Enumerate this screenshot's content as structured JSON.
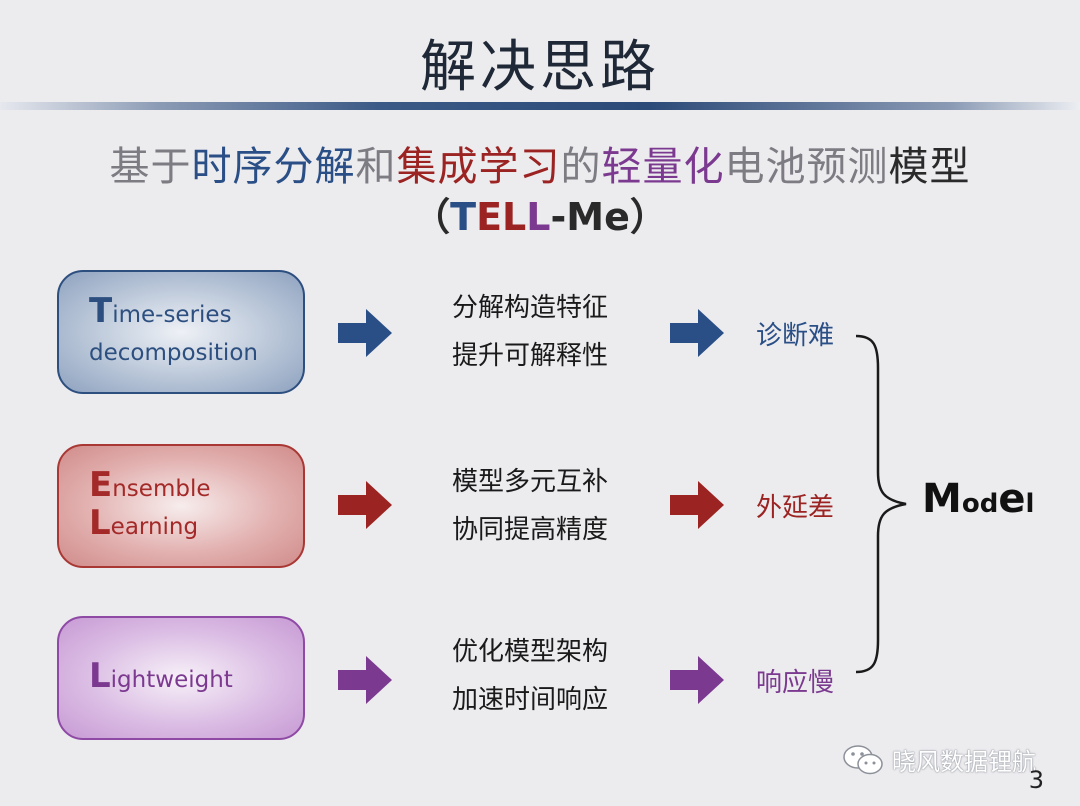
{
  "title": "解决思路",
  "subtitle": {
    "segments": [
      {
        "text": "基于",
        "color": "gray"
      },
      {
        "text": "时序分解",
        "color": "blue"
      },
      {
        "text": "和",
        "color": "gray"
      },
      {
        "text": "集成学习",
        "color": "red"
      },
      {
        "text": "的",
        "color": "gray"
      },
      {
        "text": "轻量化",
        "color": "purple"
      },
      {
        "text": "电池预测",
        "color": "gray"
      },
      {
        "text": "模型",
        "color": "dark"
      }
    ]
  },
  "acronym": {
    "open": "（",
    "t": "T",
    "e": "E",
    "l1": "L",
    "l2": "L",
    "rest": "-Me",
    "close": "）"
  },
  "rows": [
    {
      "box_lines": [
        {
          "initial": "T",
          "rest": "ime-series"
        },
        {
          "initial": "",
          "rest": "decomposition"
        }
      ],
      "desc": [
        "分解构造特征",
        "提升可解释性"
      ],
      "issue": "诊断难"
    },
    {
      "box_lines": [
        {
          "initial": "E",
          "rest": "nsemble"
        },
        {
          "initial": "L",
          "rest": "earning"
        }
      ],
      "desc": [
        "模型多元互补",
        "协同提高精度"
      ],
      "issue": "外延差"
    },
    {
      "box_lines": [
        {
          "initial": "L",
          "rest": "ightweight"
        }
      ],
      "desc": [
        "优化模型架构",
        "加速时间响应"
      ],
      "issue": "响应慢"
    }
  ],
  "model": {
    "m": "M",
    "o": "o",
    "d": "d",
    "e": "e",
    "l": "l"
  },
  "watermark": {
    "icon": "wechat-icon",
    "text": "晓风数据锂航"
  },
  "page_number": "3",
  "colors": {
    "blue": "#2a4f86",
    "red": "#9b2322",
    "purple": "#7b3a90",
    "gray": "#7c7c82",
    "dark": "#2a2a2a"
  }
}
